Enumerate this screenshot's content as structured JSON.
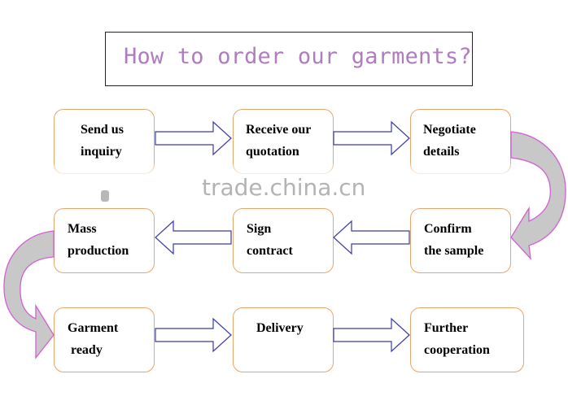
{
  "title": "How to order our garments?",
  "watermark": "trade.china.cn",
  "colors": {
    "title": "#b07cc0",
    "box_border": "#e8a66a",
    "arrow_stroke": "#3a3aa8",
    "curve_stroke": "#d35fd3",
    "curve_fill": "#c8c8c8"
  },
  "steps": [
    {
      "label": "Send us\ninquiry"
    },
    {
      "label": "Receive our\nquotation"
    },
    {
      "label": "Negotiate\ndetails"
    },
    {
      "label": "Confirm\nthe sample"
    },
    {
      "label": "Sign\ncontract"
    },
    {
      "label": "Mass\nproduction"
    },
    {
      "label": "Garment\n ready"
    },
    {
      "label": "Delivery"
    },
    {
      "label": "Further\ncooperation"
    }
  ]
}
